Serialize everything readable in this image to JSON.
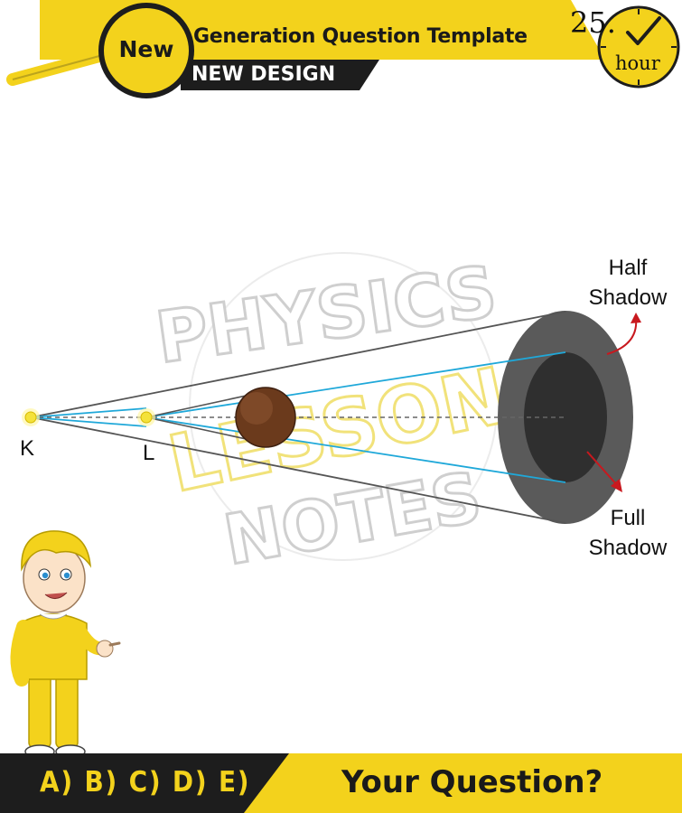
{
  "header": {
    "badge": "New",
    "title": "Generation Question Template",
    "subtitle": "NEW DESIGN",
    "clock_number": "25.",
    "clock_unit": "hour"
  },
  "diagram": {
    "source_labels": [
      "K",
      "L"
    ],
    "half_shadow_label": [
      "Half",
      "Shadow"
    ],
    "full_shadow_label": [
      "Full",
      "Shadow"
    ],
    "watermark_words": [
      "PHYSICS",
      "LESSON",
      "NOTES"
    ]
  },
  "footer": {
    "choices": "A) B) C) D) E)",
    "question": "Your Question?"
  },
  "colors": {
    "accent_yellow": "#f3d21c",
    "dark_band": "#1d1d1d",
    "half_shadow": "#5a5a5a",
    "full_shadow": "#2f2f2f",
    "ray_blue": "#1fa8d9",
    "ray_gray": "#555555",
    "arrow_red": "#c8181e",
    "object_brown": "#6b3a1c",
    "source_yellow": "#f4e23a"
  }
}
